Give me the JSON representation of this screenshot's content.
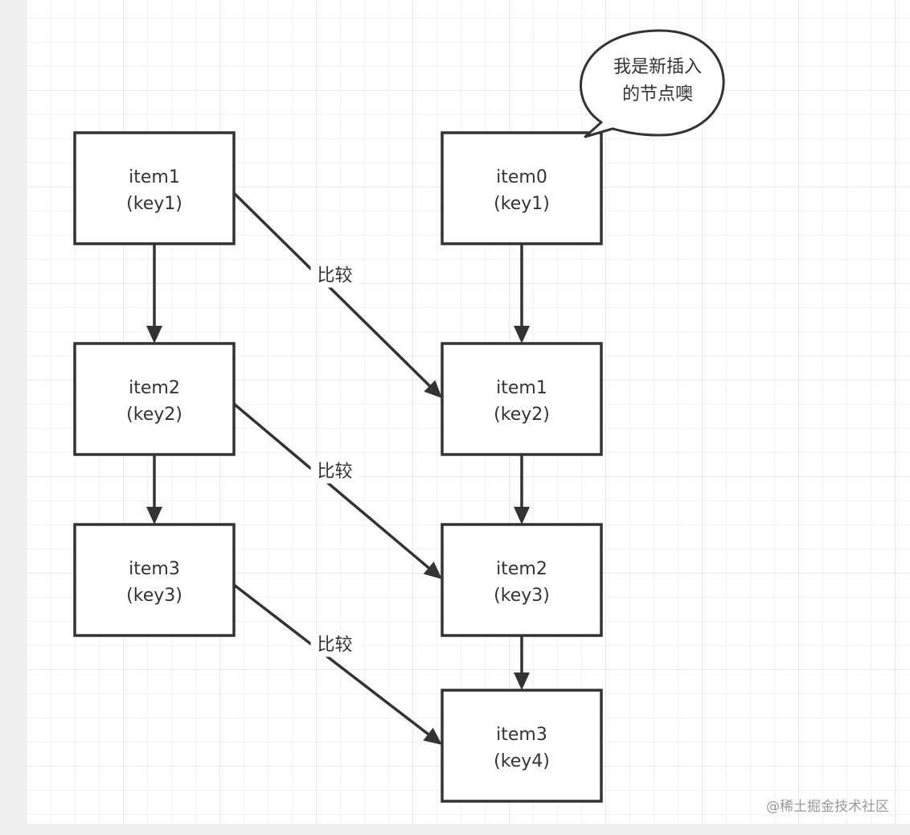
{
  "nodes": [
    {
      "id": "l1",
      "title": "item1",
      "key": "(key1)"
    },
    {
      "id": "l2",
      "title": "item2",
      "key": "(key2)"
    },
    {
      "id": "l3",
      "title": "item3",
      "key": "(key3)"
    },
    {
      "id": "r0",
      "title": "item0",
      "key": "(key1)"
    },
    {
      "id": "r1",
      "title": "item1",
      "key": "(key2)"
    },
    {
      "id": "r2",
      "title": "item2",
      "key": "(key3)"
    },
    {
      "id": "r3",
      "title": "item3",
      "key": "(key4)"
    }
  ],
  "edges": [
    {
      "from": "l1",
      "to": "l2",
      "label": ""
    },
    {
      "from": "l2",
      "to": "l3",
      "label": ""
    },
    {
      "from": "r0",
      "to": "r1",
      "label": ""
    },
    {
      "from": "r1",
      "to": "r2",
      "label": ""
    },
    {
      "from": "r2",
      "to": "r3",
      "label": ""
    },
    {
      "from": "l1",
      "to": "r1",
      "label": "比较"
    },
    {
      "from": "l2",
      "to": "r2",
      "label": "比较"
    },
    {
      "from": "l3",
      "to": "r3",
      "label": "比较"
    }
  ],
  "callout": {
    "lines": [
      "我是新插入",
      "的节点噢"
    ],
    "target": "r0"
  },
  "watermark": "@稀土掘金技术社区",
  "colors": {
    "stroke": "#333333",
    "text": "#333333",
    "grid": "#e8e8e8",
    "watermark": "#9a9a9a"
  }
}
